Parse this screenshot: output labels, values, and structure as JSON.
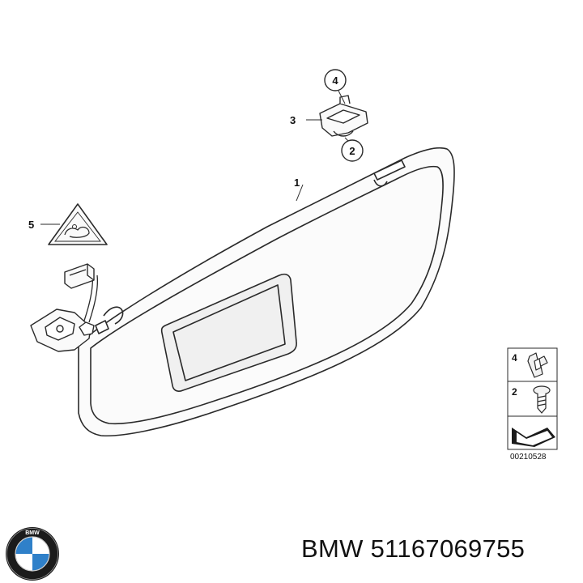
{
  "diagram": {
    "callouts": {
      "one": "1",
      "two": "2",
      "three": "3",
      "four": "4",
      "five": "5"
    },
    "legend": {
      "item_a": "4",
      "item_b": "2",
      "reference": "00210528"
    }
  },
  "footer": {
    "part_label": "BMW 51167069755",
    "logo_letters": "BMW"
  },
  "icons": {
    "logo": "bmw-roundel-icon",
    "warning": "airbag-warning-triangle-icon"
  },
  "colors": {
    "line": "#2a2a2a",
    "fill_panel": "#f7f7f7",
    "logo_blue": "#2f80c9"
  }
}
